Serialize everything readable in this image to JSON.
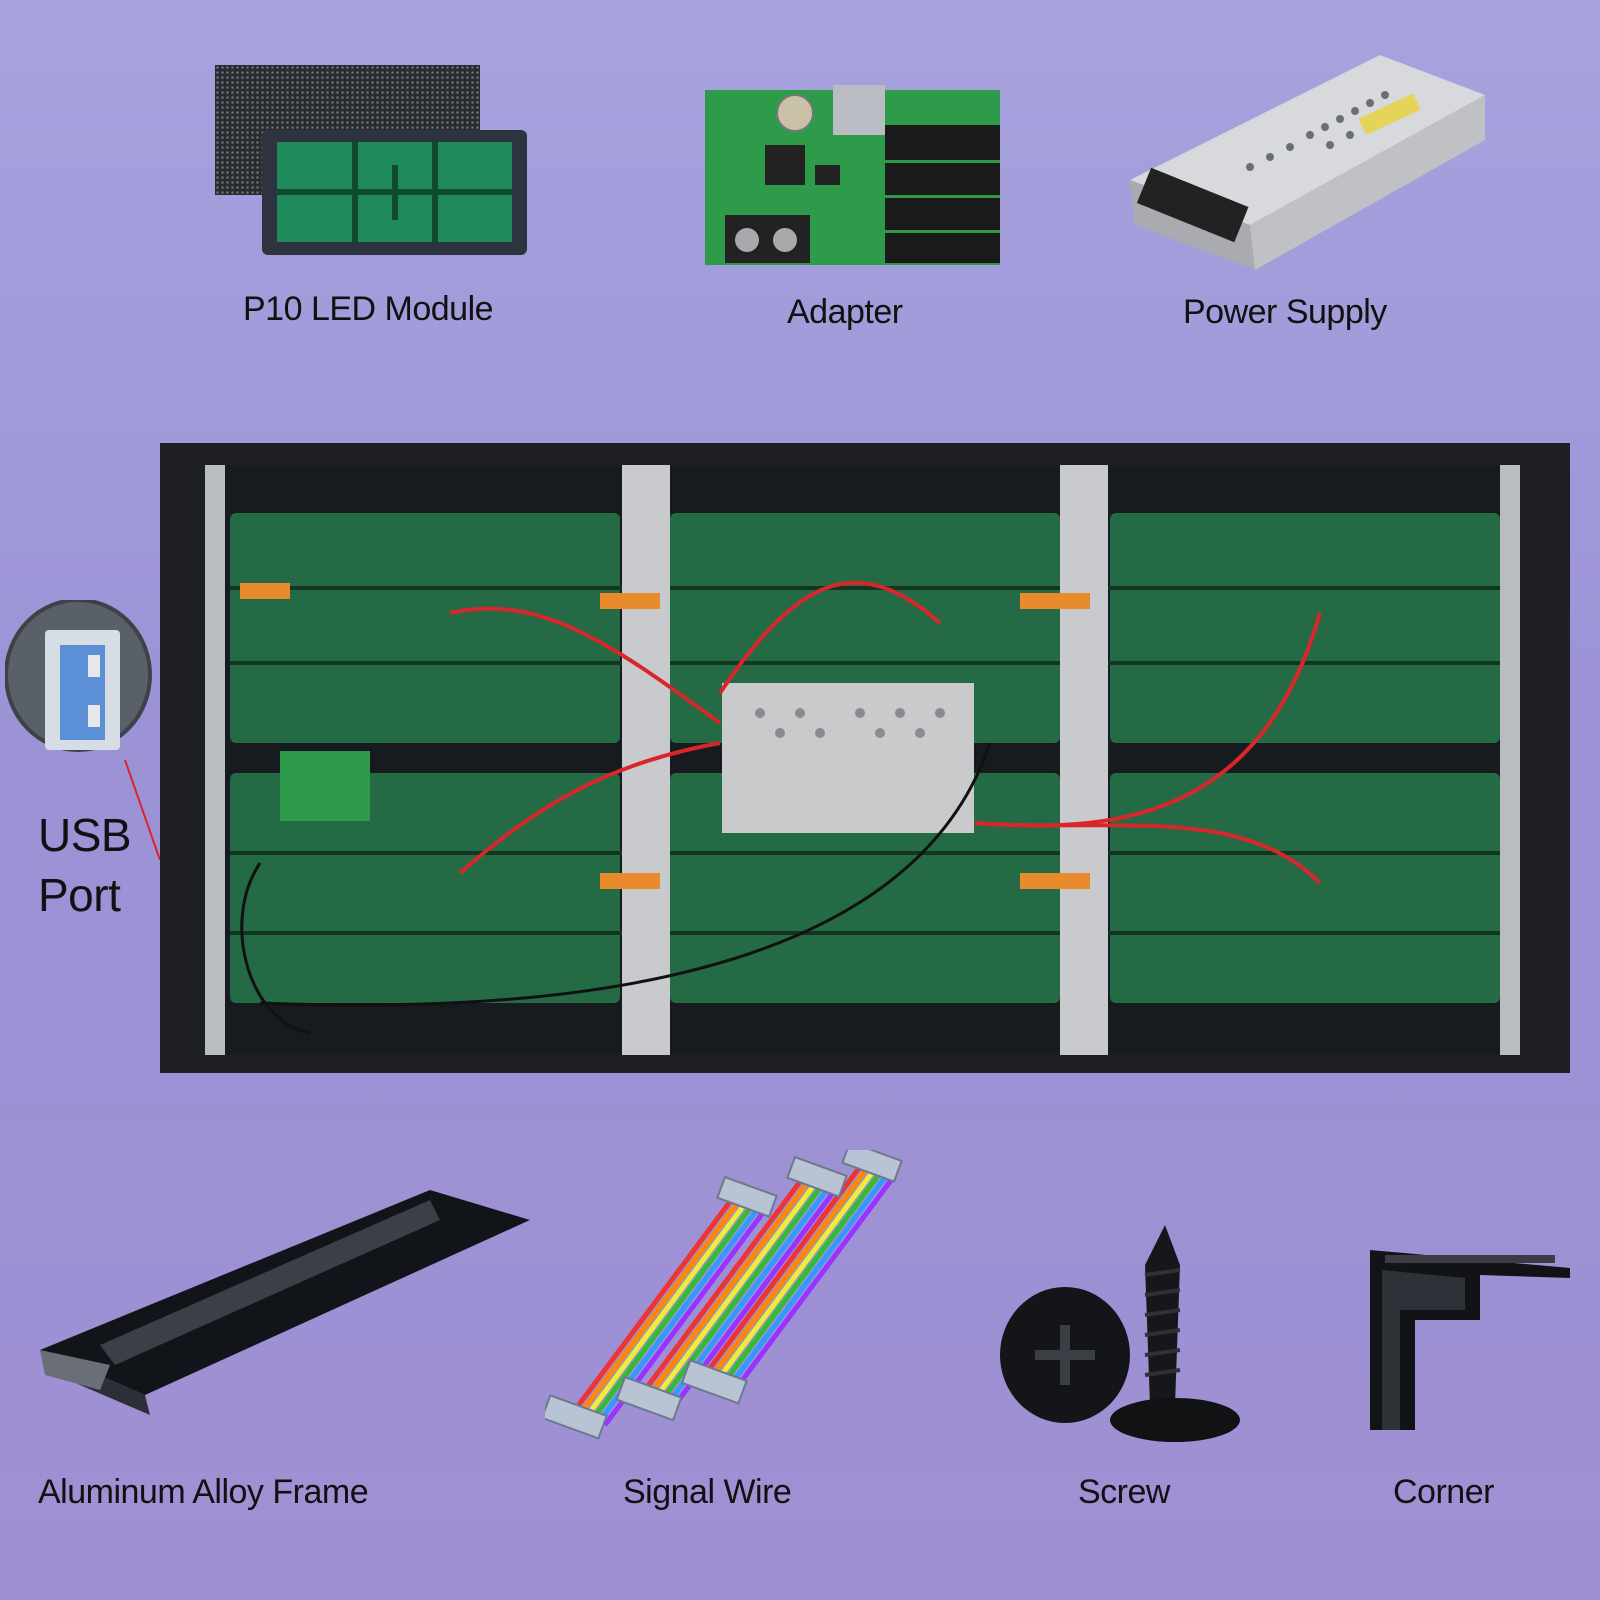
{
  "top_items": {
    "led_module": {
      "label": "P10  LED  Module",
      "icon": "led-module-icon"
    },
    "adapter": {
      "label": "Adapter",
      "icon": "controller-board-icon"
    },
    "power_supply": {
      "label": "Power Supply",
      "icon": "power-supply-icon"
    }
  },
  "usb": {
    "label_line1": "USB",
    "label_line2": "Port",
    "icon": "usb-port-icon"
  },
  "bottom_items": {
    "frame": {
      "label": "Aluminum Alloy Frame",
      "icon": "aluminum-frame-icon"
    },
    "signal_wire": {
      "label": "Signal Wire",
      "icon": "ribbon-cable-icon"
    },
    "screw": {
      "label": "Screw",
      "icon": "screw-icon"
    },
    "corner": {
      "label": "Corner",
      "icon": "corner-bracket-icon"
    }
  },
  "colors": {
    "background": "#a39cdc",
    "pcb_green": "#1f7a4e",
    "frame_black": "#1d1f24",
    "wire_red": "#d8262b",
    "aluminum": "#c9cbcf"
  }
}
